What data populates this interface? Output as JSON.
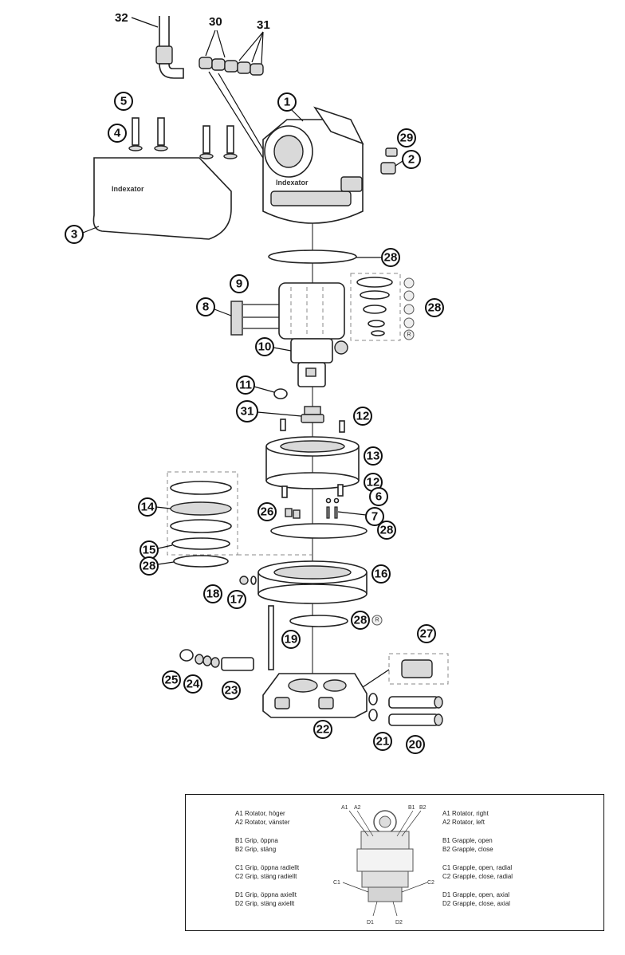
{
  "callouts": {
    "n1": "1",
    "n2": "2",
    "n3": "3",
    "n4": "4",
    "n5": "5",
    "n6": "6",
    "n7": "7",
    "n8": "8",
    "n9": "9",
    "n10": "10",
    "n11": "11",
    "n12a": "12",
    "n12b": "12",
    "n13": "13",
    "n14": "14",
    "n15": "15",
    "n16": "16",
    "n17": "17",
    "n18": "18",
    "n19": "19",
    "n20": "20",
    "n21": "21",
    "n22": "22",
    "n23": "23",
    "n24": "24",
    "n25": "25",
    "n26": "26",
    "n27": "27",
    "n28a": "28",
    "n28b": "28",
    "n28c": "28",
    "n28d": "28",
    "n28e": "28",
    "n29": "29",
    "n30": "30",
    "n31a": "31",
    "n31b": "31",
    "n32": "32"
  },
  "badges": {
    "r": "R"
  },
  "brand": "Indexator",
  "legend": {
    "left": [
      [
        "A1 Rotator, höger",
        "A2 Rotator, vänster"
      ],
      [
        "B1 Grip, öppna",
        "B2 Grip, stäng"
      ],
      [
        "C1 Grip, öppna radiellt",
        "C2 Grip, stäng radiellt"
      ],
      [
        "D1 Grip, öppna axiellt",
        "D2 Grip, stäng axiellt"
      ]
    ],
    "right": [
      [
        "A1 Rotator, right",
        "A2 Rotator, left"
      ],
      [
        "B1 Grapple, open",
        "B2 Grapple, close"
      ],
      [
        "C1 Grapple, open, radial",
        "C2 Grapple, close, radial"
      ],
      [
        "D1 Grapple, open, axial",
        "D2 Grapple, close, axial"
      ]
    ],
    "port_labels": {
      "a1": "A1",
      "a2": "A2",
      "b1": "B1",
      "b2_top": "B2",
      "c1": "C1",
      "c2": "C2",
      "d1": "D1",
      "d2": "D2"
    }
  },
  "colors": {
    "line": "#111111",
    "background": "#ffffff",
    "part_fill": "#d9d9d9"
  }
}
